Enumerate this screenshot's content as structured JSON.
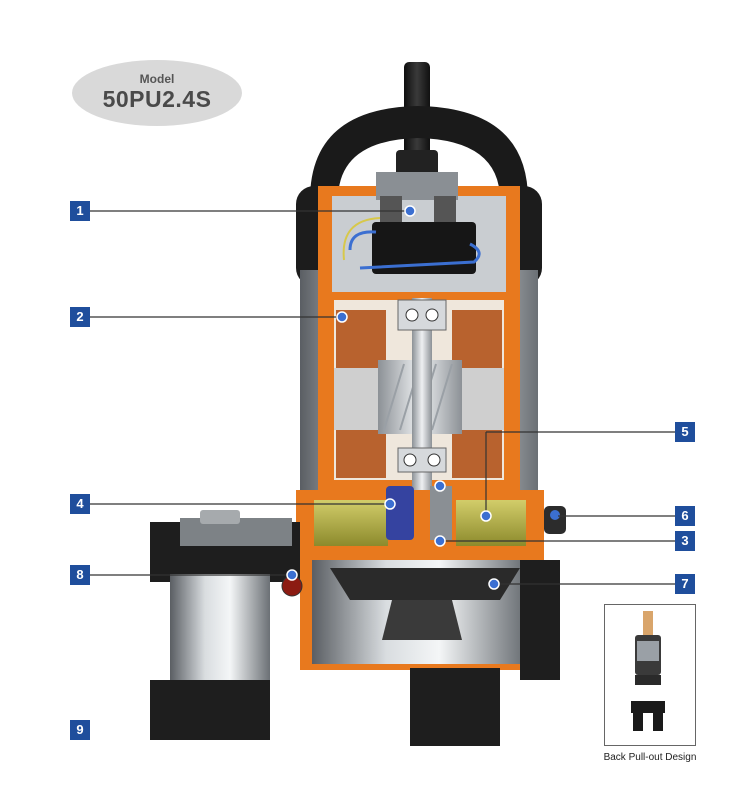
{
  "model": {
    "label": "Model",
    "name": "50PU2.4S"
  },
  "callouts": [
    "1",
    "2",
    "3",
    "4",
    "5",
    "6",
    "7",
    "8",
    "9"
  ],
  "inset": {
    "caption": "Back Pull-out Design"
  },
  "colors": {
    "housing_orange": "#e8791e",
    "body_dark": "#1c1c1c",
    "metal_grey": "#9aa0a6",
    "winding_copper": "#b8622e",
    "oil_chamber": "#b3b048",
    "callout_blue": "#1f4e9c"
  }
}
